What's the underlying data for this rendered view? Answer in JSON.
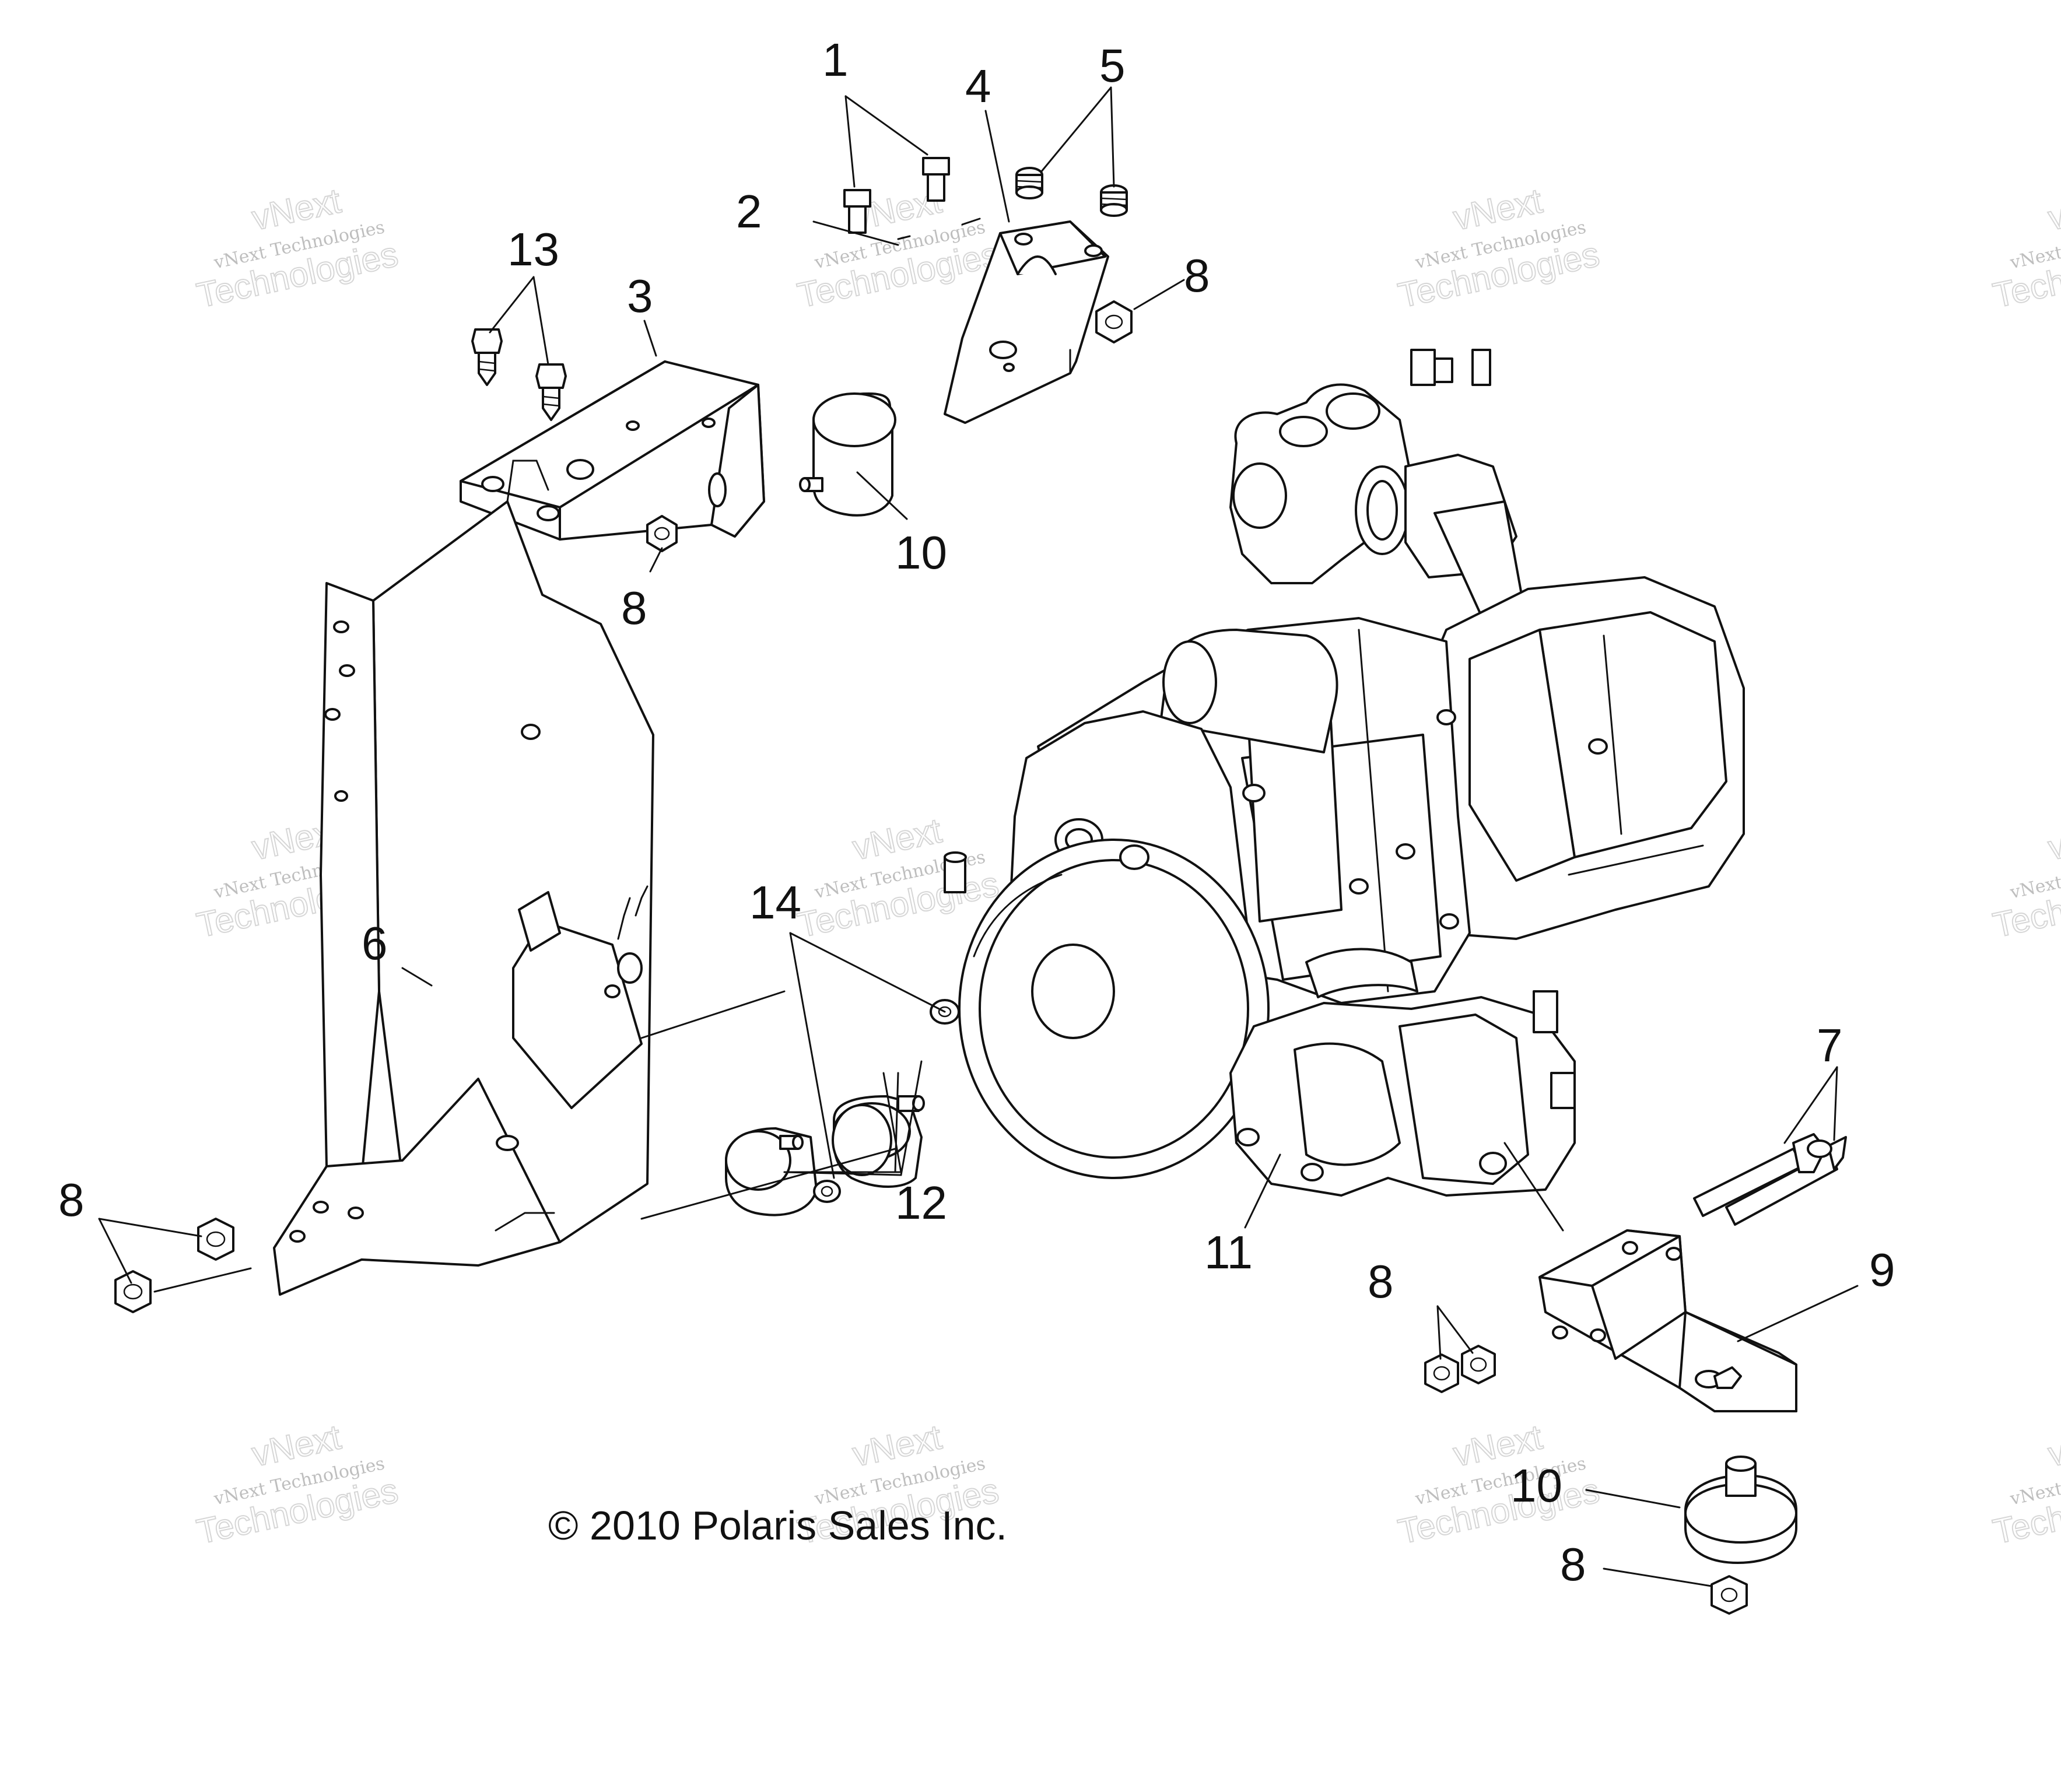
{
  "callouts": {
    "c1": "1",
    "c2": "2",
    "c3": "3",
    "c4": "4",
    "c5": "5",
    "c6": "6",
    "c7": "7",
    "c8": "8",
    "c9": "9",
    "c10": "10",
    "c11": "11",
    "c12": "12",
    "c13": "13",
    "c14": "14"
  },
  "copyright": "© 2010 Polaris Sales Inc.",
  "watermark": {
    "line1": "vNext",
    "line2": "vNext Technologies",
    "line3": "Technologies"
  }
}
